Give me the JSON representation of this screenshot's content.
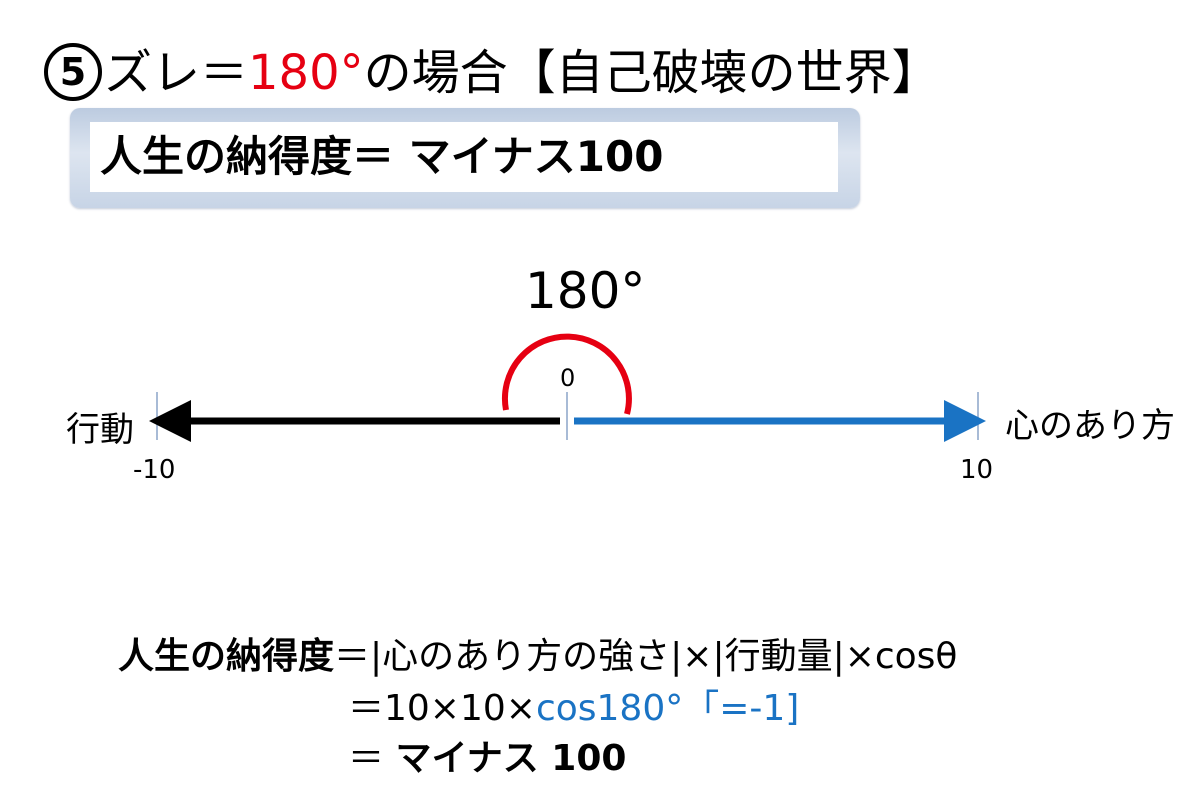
{
  "title": {
    "number": "5",
    "pre": "ズレ＝",
    "angle": "180°",
    "post": "の場合【自己破壊の世界】"
  },
  "banner": {
    "text": "人生の納得度＝ マイナス100"
  },
  "diagram": {
    "angle_label": "180°",
    "origin_label": "0",
    "left_label": "行動",
    "right_label": "心のあり方",
    "min_label": "-10",
    "max_label": "10",
    "left_vector_color": "#000000",
    "right_vector_color": "#1a73c4",
    "arc_color": "#e60012"
  },
  "formula": {
    "lhs": "人生の納得度",
    "rhs1": "＝|心のあり方の強さ|×|行動量|×cosθ",
    "line2_prefix": "＝10×10×",
    "line2_cos": "cos180°「=-1]",
    "line3_eq": "＝ ",
    "line3_value": "マイナス 100"
  }
}
